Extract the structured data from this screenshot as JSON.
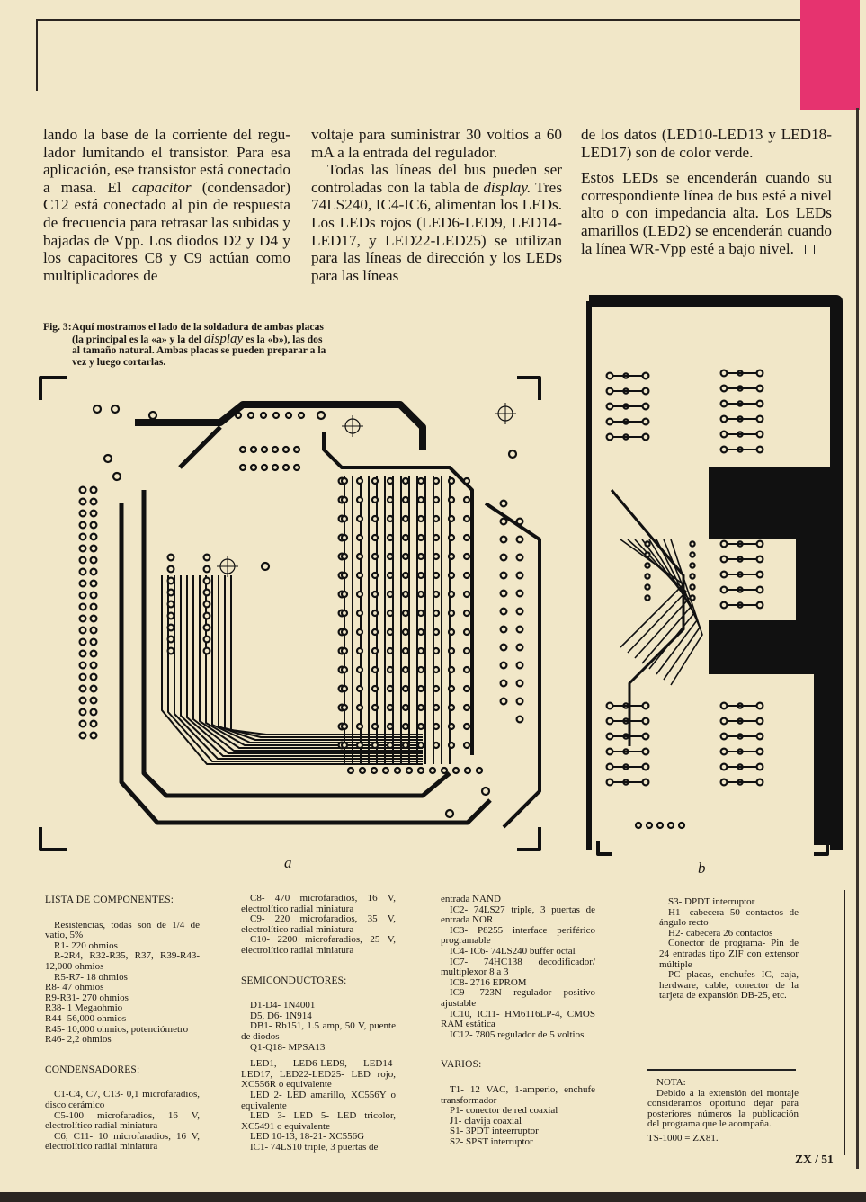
{
  "article": {
    "col1": {
      "p1_a": "lando la base de la corriente del regu-lador lumitando el transistor. Para esa aplicación, ese transistor está conectado a masa. El ",
      "p1_italic": "capacitor",
      "p1_b": " (condensador) C12 está conectado al pin de respuesta de frecuencia para retrasar las subidas y bajadas de Vpp. Los diodos D2 y D4 y los capacitores C8 y C9 actúan como multiplicadores de"
    },
    "col2": {
      "p1": "voltaje para suministrar 30 voltios a 60 mA a la entrada del regulador.",
      "p2_a": "Todas las líneas del bus pueden ser controladas con la tabla de ",
      "p2_italic": "display.",
      "p2_b": " Tres 74LS240, IC4-IC6, alimentan los LEDs. Los LEDs rojos (LED6-LED9, LED14-LED17, y LED22-LED25) se utilizan para las líneas de dirección y los LEDs para las líneas"
    },
    "col3": {
      "p1": "de los datos (LED10-LED13 y LED18-LED17) son de color verde.",
      "p2": "Estos LEDs se encenderán cuando su correspondiente línea de bus esté a nivel alto o con impedancia alta. Los LEDs amarillos (LED2) se encenderán cuando la línea WR-Vpp esté a bajo nivel."
    }
  },
  "figure": {
    "label": "Fig. 3:",
    "caption_a": "Aquí mostramos el lado de la soldadura de ambas placas (la principal es la «a» y la del ",
    "caption_italic": "display",
    "caption_b": " es la «b»), las dos al tamaño natural. Ambas placas se pueden preparar a la vez y luego cortarlas.",
    "board_a_label": "a",
    "board_b_label": "b"
  },
  "components": [
    [
      {
        "t": "head",
        "text": "LISTA DE COMPONENTES:"
      },
      {
        "t": "item",
        "text": "Resistencias, todas son de 1/4 de vatio, 5%"
      },
      {
        "t": "item",
        "text": "R1- 220 ohmios"
      },
      {
        "t": "item",
        "text": "R-2R4, R32-R35, R37, R39-R43- 12,000 ohmios"
      },
      {
        "t": "item",
        "text": "R5-R7- 18 ohmios"
      },
      {
        "t": "cont",
        "text": "R8- 47 ohmios"
      },
      {
        "t": "cont",
        "text": "R9-R31- 270 ohmios"
      },
      {
        "t": "cont",
        "text": "R38- 1 Megaohmio"
      },
      {
        "t": "cont",
        "text": "R44- 56,000 ohmios"
      },
      {
        "t": "cont",
        "text": "R45- 10,000 ohmios, potenciómetro"
      },
      {
        "t": "cont",
        "text": "R46- 2,2 ohmios"
      },
      {
        "t": "headlater",
        "text": "CONDENSADORES:"
      },
      {
        "t": "item",
        "text": "C1-C4, C7, C13- 0,1 microfaradios, disco cerámico"
      },
      {
        "t": "item",
        "text": "C5-100 microfaradios, 16 V, electrolítico radial miniatura"
      },
      {
        "t": "item",
        "text": "C6, C11- 10 microfaradios, 16 V, electrolítico radial miniatura"
      }
    ],
    [
      {
        "t": "item",
        "text": "C8- 470 microfaradios, 16 V, electrolítico radial miniatura"
      },
      {
        "t": "item",
        "text": "C9- 220 microfaradios, 35 V, electrolítico radial miniatura"
      },
      {
        "t": "item",
        "text": "C10- 2200 microfaradios, 25 V, electrolítico radial miniatura"
      },
      {
        "t": "headlater",
        "text": "SEMICONDUCTORES:"
      },
      {
        "t": "item",
        "text": "D1-D4- 1N4001"
      },
      {
        "t": "item",
        "text": "D5, D6- 1N914"
      },
      {
        "t": "item",
        "text": "DB1- Rb151, 1.5 amp, 50 V, puente de diodos"
      },
      {
        "t": "item",
        "text": "Q1-Q18- MPSA13"
      },
      {
        "t": "gap",
        "text": ""
      },
      {
        "t": "item",
        "text": "LED1, LED6-LED9, LED14-LED17, LED22-LED25- LED rojo, XC556R o equivalente"
      },
      {
        "t": "item",
        "text": "LED 2- LED amarillo, XC556Y o equivalente"
      },
      {
        "t": "item",
        "text": "LED 3- LED 5- LED tricolor, XC5491 o equivalente"
      },
      {
        "t": "item",
        "text": "LED 10-13, 18-21- XC556G"
      },
      {
        "t": "item",
        "text": "IC1- 74LS10 triple, 3 puertas de"
      }
    ],
    [
      {
        "t": "cont",
        "text": "entrada NAND"
      },
      {
        "t": "item",
        "text": "IC2- 74LS27 triple, 3 puertas de entrada NOR"
      },
      {
        "t": "item",
        "text": "IC3- P8255 interface periférico programable"
      },
      {
        "t": "item",
        "text": "IC4- IC6- 74LS240 buffer octal"
      },
      {
        "t": "item",
        "text": "IC7- 74HC138 decodificador/ multiplexor 8 a 3"
      },
      {
        "t": "item",
        "text": "IC8- 2716 EPROM"
      },
      {
        "t": "item",
        "text": "IC9- 723N regulador positivo ajustable"
      },
      {
        "t": "item",
        "text": "IC10, IC11- HM6116LP-4, CMOS RAM estática"
      },
      {
        "t": "item",
        "text": "IC12- 7805 regulador de 5 voltios"
      },
      {
        "t": "headlater",
        "text": "VARIOS:"
      },
      {
        "t": "item",
        "text": "T1- 12 VAC, 1-amperio, enchufe transformador"
      },
      {
        "t": "item",
        "text": "P1- conector de red coaxial"
      },
      {
        "t": "item",
        "text": "J1- clavija coaxial"
      },
      {
        "t": "item",
        "text": "S1- 3PDT inteerruptor"
      },
      {
        "t": "item",
        "text": "S2- SPST interruptor"
      }
    ],
    [
      {
        "t": "item",
        "text": "S3- DPDT interruptor"
      },
      {
        "t": "item",
        "text": "H1- cabecera 50 contactos de ángulo recto"
      },
      {
        "t": "item",
        "text": "H2- cabecera 26 contactos"
      },
      {
        "t": "item",
        "text": "Conector de programa- Pin de 24 entradas tipo ZIF con extensor múltiple"
      },
      {
        "t": "item",
        "text": "PC placas, enchufes IC, caja, herdware, cable, conector de la tarjeta de expansión DB-25, etc."
      }
    ]
  ],
  "note": {
    "title": "NOTA:",
    "body": "Debido a la extensión del montaje consideramos oportuno dejar para posteriores números la publicación del programa que le acompaña.",
    "footnote": "TS-1000 = ZX81."
  },
  "folio": "ZX / 51",
  "colors": {
    "paper": "#f1e7c8",
    "ink": "#1b1714",
    "tab": "#e6336f"
  }
}
